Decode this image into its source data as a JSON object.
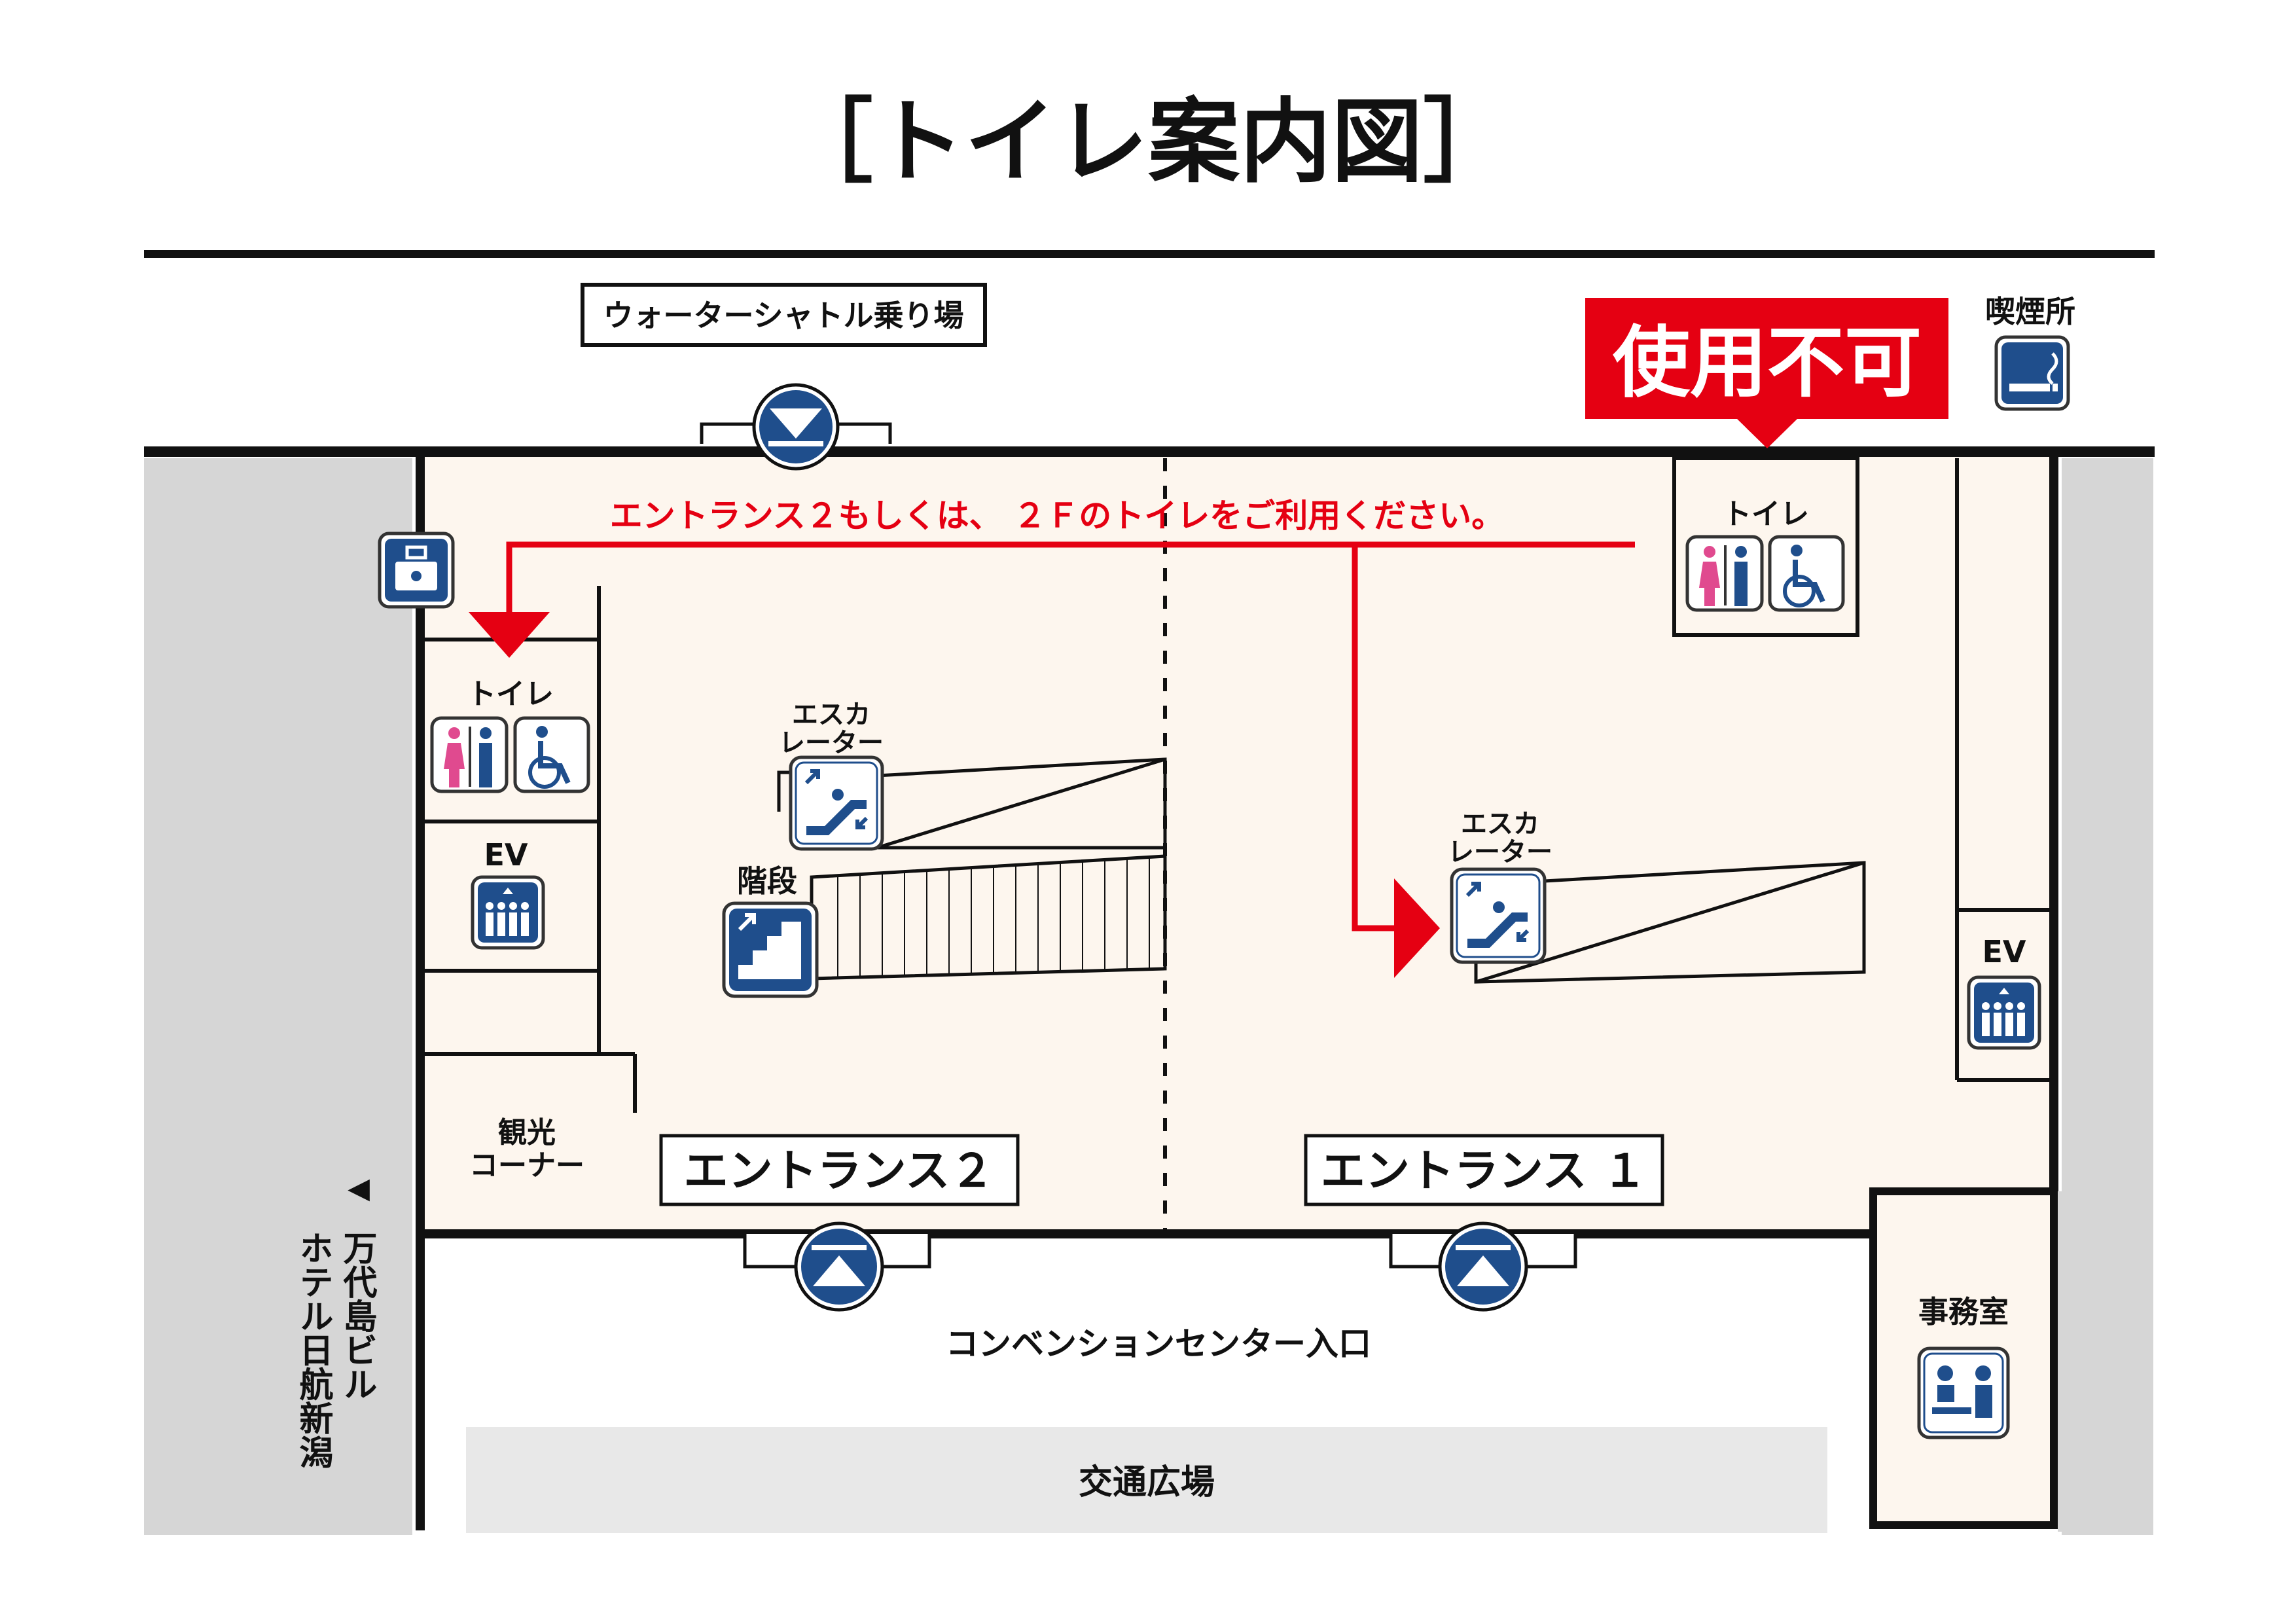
{
  "title": "［トイレ案内図］",
  "notice": {
    "badge": "使用不可",
    "message": "エントランス２もしくは、 ２Ｆのトイレをご利用ください。"
  },
  "labels": {
    "water_shuttle": "ウォーターシャトル乗り場",
    "smoking_area": "喫煙所",
    "toilet_left": "トイレ",
    "toilet_right": "トイレ",
    "ev_left": "EV",
    "ev_right": "EV",
    "escalator_left_1": "エスカ",
    "escalator_left_2": "レーター",
    "escalator_right_1": "エスカ",
    "escalator_right_2": "レーター",
    "stairs": "階段",
    "tourism_1": "観光",
    "tourism_2": "コーナー",
    "entrance2": "エントランス２",
    "entrance1": "エントランス １",
    "convention_entrance": "コンベンションセンター入口",
    "transport_plaza": "交通広場",
    "office": "事務室",
    "direction_arrow": "◀",
    "direction_text_1": "万代島ビル",
    "direction_text_2": "ホテル日航新潟"
  },
  "icons": {
    "coin_locker": "coin-locker-icon",
    "toilet_men_women": "restroom-icon",
    "wheelchair": "wheelchair-icon",
    "elevator": "elevator-icon",
    "escalator": "escalator-icon",
    "stairs": "stairs-icon",
    "smoking": "smoking-icon",
    "office": "office-icon",
    "door_up": "entrance-up-icon",
    "door_down": "entrance-down-icon"
  },
  "colors": {
    "alert_red": "#e50012",
    "icon_blue": "#1f4e8c",
    "floor_fill": "#fdf6ee",
    "outside_gray": "#d6d6d6",
    "female_pink": "#e04a8f"
  }
}
